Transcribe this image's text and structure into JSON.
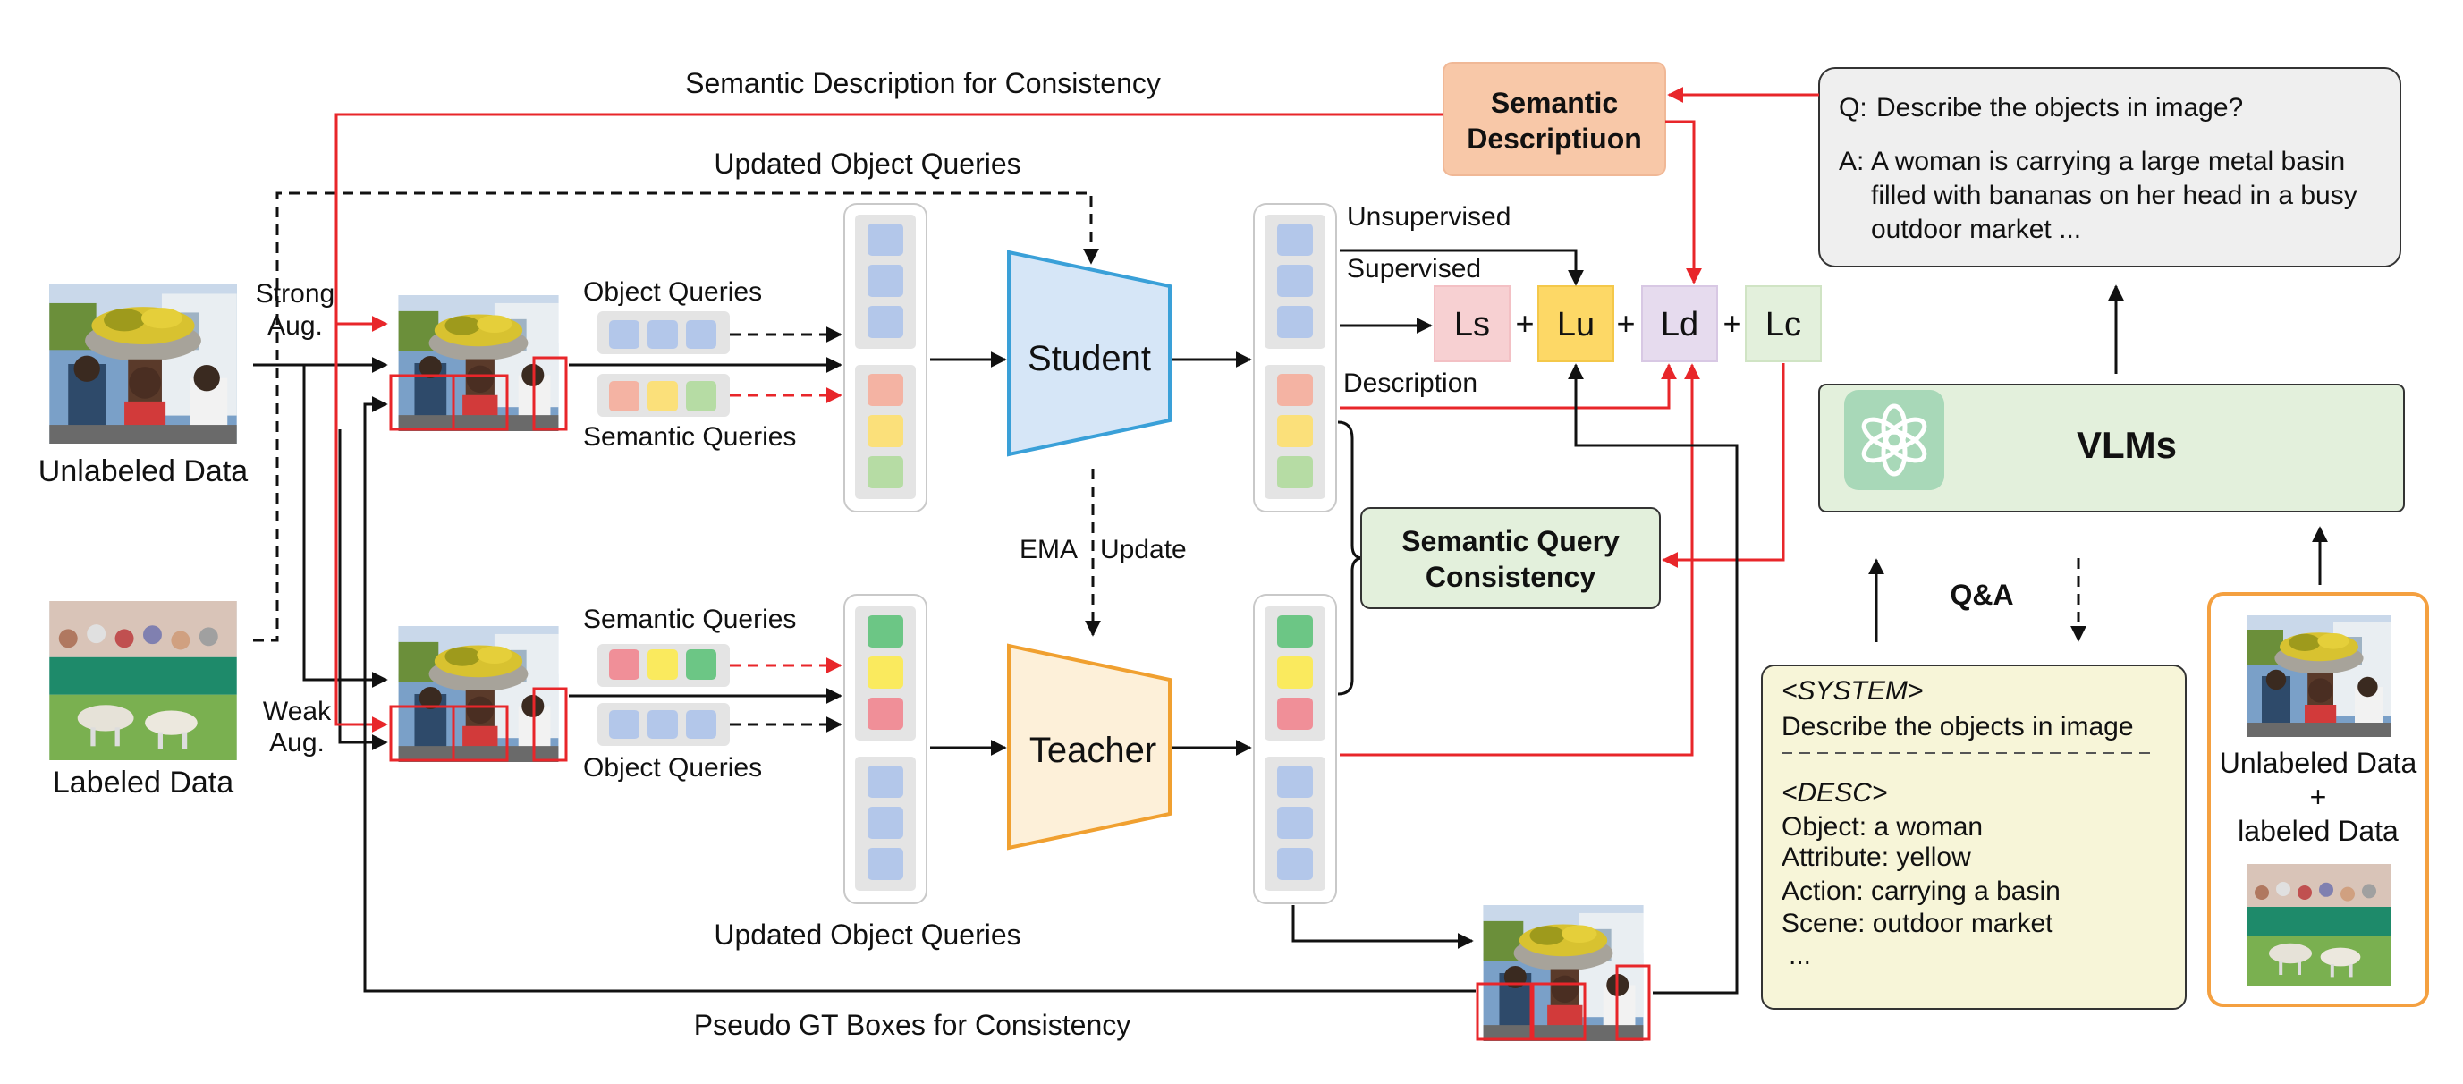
{
  "labels": {
    "semantic_desc_consistency": "Semantic Description for Consistency",
    "updated_oq_top": "Updated Object Queries",
    "updated_oq_bottom": "Updated Object Queries",
    "pseudo_gt": "Pseudo GT Boxes for Consistency",
    "strong_aug_1": "Strong",
    "strong_aug_2": "Aug.",
    "weak_aug_1": "Weak",
    "weak_aug_2": "Aug.",
    "unlabeled_data": "Unlabeled Data",
    "labeled_data": "Labeled Data",
    "object_queries_top": "Object Queries",
    "semantic_queries_top": "Semantic Queries",
    "semantic_queries_bottom": "Semantic Queries",
    "object_queries_bottom": "Object Queries",
    "student": "Student",
    "teacher": "Teacher",
    "ema": "EMA",
    "update": "Update",
    "unsupervised": "Unsupervised",
    "supervised": "Supervised",
    "description": "Description",
    "semantic_description_1": "Semantic",
    "semantic_description_2": "Descriptiuon",
    "sq_consistency_1": "Semantic Query",
    "sq_consistency_2": "Consistency",
    "qa": "Q&A",
    "vlms": "VLMs",
    "unlabeled_plus_1": "Unlabeled Data",
    "unlabeled_plus_2": "+",
    "unlabeled_plus_3": "labeled Data"
  },
  "losses": {
    "ls": "Ls",
    "lu": "Lu",
    "ld": "Ld",
    "lc": "Lc",
    "plus": "+"
  },
  "qa_box": {
    "q_prefix": "Q:",
    "question": "Describe the objects in image?",
    "a_prefix": "A:",
    "answer_line1": "A woman is carrying a large metal basin",
    "answer_line2": "filled with bananas on her head in a busy",
    "answer_line3": "outdoor market ..."
  },
  "prompt_box": {
    "system_tag": "<SYSTEM>",
    "system_text": "Describe the objects in image",
    "desc_tag": "<DESC>",
    "object": "Object: a woman",
    "attribute": "Attribute: yellow",
    "action": "Action:  carrying a basin",
    "scene": "Scene: outdoor market",
    "ellipsis": "..."
  },
  "colors": {
    "red": "#e8262a",
    "black": "#111111",
    "student_fill": "#d6e6f7",
    "student_stroke": "#3aa0d8",
    "teacher_fill": "#fdf0d9",
    "teacher_stroke": "#f0a030",
    "query_blue": "#b3c7ea",
    "query_salmon": "#f4b3a3",
    "query_yellow": "#fbe07a",
    "query_green": "#b6dca4",
    "query_red": "#f08f98",
    "query_green2": "#6cc685",
    "query_yellow2": "#faea5e",
    "sem_desc_fill": "#f8c8a8",
    "sq_fill": "#e3f0dc",
    "vlm_fill": "#e3f0dc",
    "qa_fill": "#efefef",
    "prompt_fill": "#f7f5d8",
    "data_stroke": "#f4a040",
    "ls_fill": "#f7d0d2",
    "lu_fill": "#fdd866",
    "ld_fill": "#e6dbee",
    "lc_fill": "#e3f0dc"
  }
}
